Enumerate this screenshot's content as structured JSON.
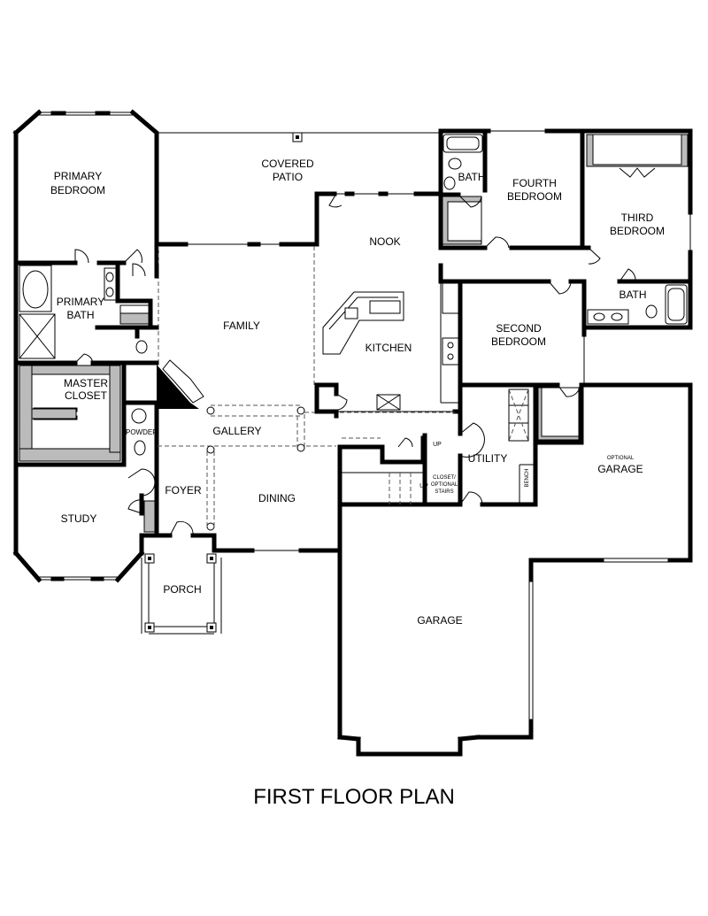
{
  "title": "FIRST FLOOR PLAN",
  "rooms": {
    "primary_bedroom": [
      "PRIMARY",
      "BEDROOM"
    ],
    "covered_patio": [
      "COVERED",
      "PATIO"
    ],
    "bath_upper": "BATH",
    "fourth_bedroom": [
      "FOURTH",
      "BEDROOM"
    ],
    "third_bedroom": [
      "THIRD",
      "BEDROOM"
    ],
    "nook": "NOOK",
    "primary_bath": [
      "PRIMARY",
      "BATH"
    ],
    "family": "FAMILY",
    "kitchen": "KITCHEN",
    "bath_lower": "BATH",
    "second_bedroom": [
      "SECOND",
      "BEDROOM"
    ],
    "master_closet": [
      "MASTER",
      "CLOSET"
    ],
    "powder": "POWDER",
    "gallery": "GALLERY",
    "utility": "UTILITY",
    "optional_garage": [
      "OPTIONAL",
      "GARAGE"
    ],
    "bench": "BENCH",
    "foyer": "FOYER",
    "dining": "DINING",
    "study": "STUDY",
    "porch": "PORCH",
    "garage": "GARAGE",
    "stair_up_1": "UP",
    "stair_up_2": "UP",
    "closet_optional_stairs": [
      "CLOSET/",
      "OPTIONAL",
      "STAIRS"
    ]
  }
}
